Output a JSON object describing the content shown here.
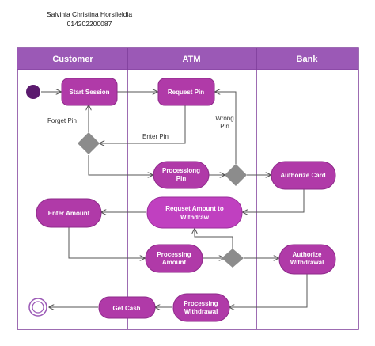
{
  "author": {
    "name": "Salvinia Christina Horsfieldia",
    "id": "014202200087"
  },
  "lanes": [
    "Customer",
    "ATM",
    "Bank"
  ],
  "nodes": {
    "start_session": "Start Session",
    "request_pin": "Request Pin",
    "processing_pin": [
      "Processiong",
      "Pin"
    ],
    "authorize_card": "Authorize Card",
    "request_amount": [
      "Requset Amount to",
      "Withdraw"
    ],
    "enter_amount": "Enter Amount",
    "processing_amount": [
      "Processing",
      "Amount"
    ],
    "authorize_withdrawal": [
      "Authorize",
      "Withdrawal"
    ],
    "processing_withdrawal": [
      "Processing",
      "Withdrawal"
    ],
    "get_cash": "Get Cash"
  },
  "edge_labels": {
    "forget_pin": "Forget Pin",
    "enter_pin": "Enter Pin",
    "wrong_pin": [
      "Wrong",
      "Pin"
    ]
  },
  "colors": {
    "lane_header": "#9b59b6",
    "lane_border": "#7d3c98",
    "node_fill": "#b03aa8",
    "node_fill_alt": "#c040c0",
    "diamond": "#8c8c8c",
    "start": "#5b1a6e",
    "edge": "#555555"
  }
}
